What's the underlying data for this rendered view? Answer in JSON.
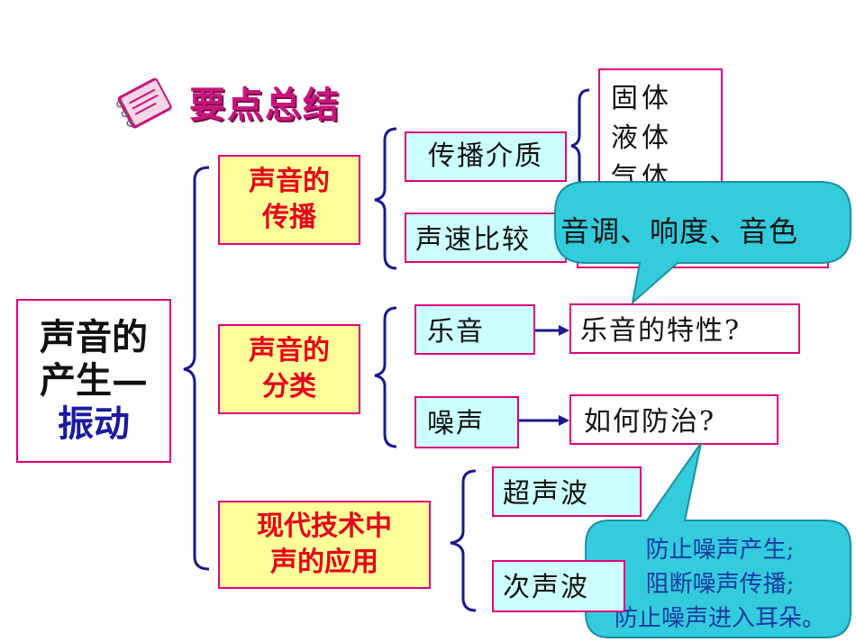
{
  "title": "要点总结",
  "root": {
    "line1": "声音的",
    "line2": "产生—",
    "line3": "振动"
  },
  "branches": {
    "propagation": {
      "line1": "声音的",
      "line2": "传播"
    },
    "classification": {
      "line1": "声音的",
      "line2": "分类"
    },
    "application": {
      "line1": "现代技术中",
      "line2": "声的应用"
    }
  },
  "propagation_items": {
    "medium": "传播介质",
    "speed": "声速比较"
  },
  "media": {
    "solid": "固体",
    "liquid": "液体",
    "gas": "气体"
  },
  "classification_items": {
    "music": "乐音",
    "noise": "噪声"
  },
  "questions": {
    "music_q": "乐音的特性?",
    "noise_q": "如何防治?"
  },
  "application_items": {
    "ultrasonic": "超声波",
    "infrasonic": "次声波"
  },
  "callouts": {
    "music_answer": "音调、响度、音色",
    "noise_answer": {
      "line1": "防止噪声产生;",
      "line2": "阻断噪声传播;",
      "line3": "防止噪声进入耳朵。"
    }
  },
  "colors": {
    "border": "#e0007f",
    "bracket": "#1a1a8c",
    "callout": "#33ccdd",
    "branch_text": "#e8001a"
  }
}
